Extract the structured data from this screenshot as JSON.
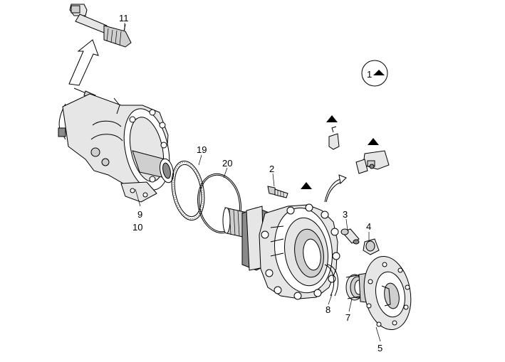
{
  "diagram": {
    "callouts": {
      "c1": "1",
      "c2": "2",
      "c3": "3",
      "c4": "4",
      "c5": "5",
      "c7": "7",
      "c8": "8",
      "c9": "9",
      "c10": "10",
      "c11": "11",
      "c19": "19",
      "c20": "20"
    },
    "marker_symbol": "warning-triangle-icon"
  }
}
